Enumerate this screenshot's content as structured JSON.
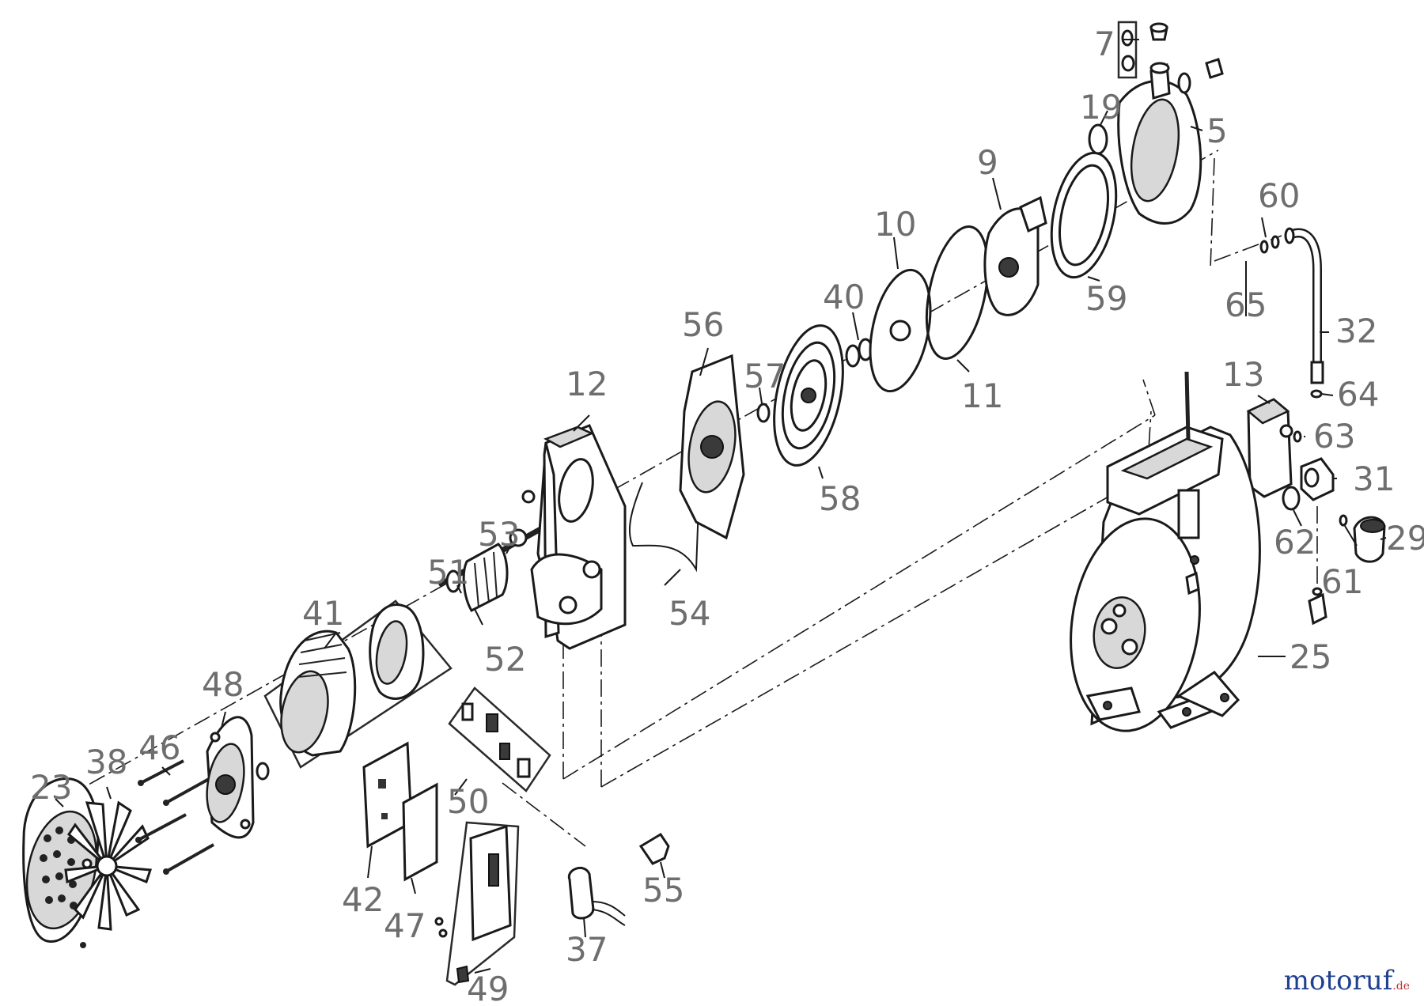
{
  "parts": [
    {
      "id": "p23",
      "label": "23"
    },
    {
      "id": "p38",
      "label": "38"
    },
    {
      "id": "p46",
      "label": "46"
    },
    {
      "id": "p48",
      "label": "48"
    },
    {
      "id": "p41",
      "label": "41"
    },
    {
      "id": "p42",
      "label": "42"
    },
    {
      "id": "p47",
      "label": "47"
    },
    {
      "id": "p51",
      "label": "51"
    },
    {
      "id": "p53",
      "label": "53"
    },
    {
      "id": "p52",
      "label": "52"
    },
    {
      "id": "p12",
      "label": "12"
    },
    {
      "id": "p54",
      "label": "54"
    },
    {
      "id": "p56",
      "label": "56"
    },
    {
      "id": "p57",
      "label": "57"
    },
    {
      "id": "p58",
      "label": "58"
    },
    {
      "id": "p40",
      "label": "40"
    },
    {
      "id": "p10",
      "label": "10"
    },
    {
      "id": "p11",
      "label": "11"
    },
    {
      "id": "p9",
      "label": "9"
    },
    {
      "id": "p59",
      "label": "59"
    },
    {
      "id": "p19",
      "label": "19"
    },
    {
      "id": "p7",
      "label": "7"
    },
    {
      "id": "p5",
      "label": "5"
    },
    {
      "id": "p60",
      "label": "60"
    },
    {
      "id": "p65",
      "label": "65"
    },
    {
      "id": "p32",
      "label": "32"
    },
    {
      "id": "p64",
      "label": "64"
    },
    {
      "id": "p13",
      "label": "13"
    },
    {
      "id": "p63",
      "label": "63"
    },
    {
      "id": "p31",
      "label": "31"
    },
    {
      "id": "p62",
      "label": "62"
    },
    {
      "id": "p29",
      "label": "29"
    },
    {
      "id": "p61",
      "label": "61"
    },
    {
      "id": "p25",
      "label": "25"
    },
    {
      "id": "p50",
      "label": "50"
    },
    {
      "id": "p49",
      "label": "49"
    },
    {
      "id": "p37",
      "label": "37"
    },
    {
      "id": "p55",
      "label": "55"
    }
  ],
  "watermark": {
    "main": "motoruf",
    "suffix": ".de"
  }
}
